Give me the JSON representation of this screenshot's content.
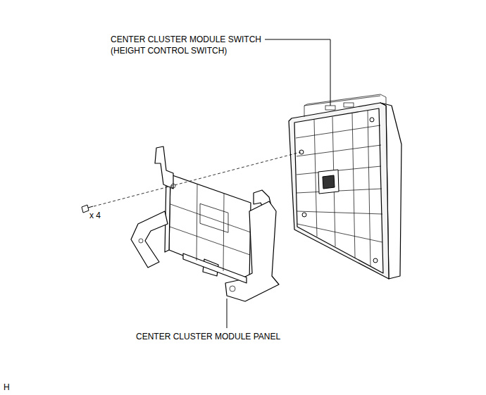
{
  "diagram": {
    "labels": [
      "CENTER CLUSTER MODULE SWITCH (HEIGHT CONTROL SWITCH)",
      "x 4",
      "CENTER CLUSTER MODULE PANEL",
      "H"
    ]
  }
}
